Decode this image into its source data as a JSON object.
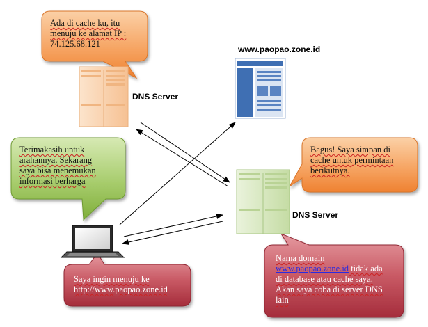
{
  "labels": {
    "dns_server_top": "DNS Server",
    "dns_server_right": "DNS Server",
    "website_domain": "www.paopao.zone.id"
  },
  "callouts": {
    "top_orange": {
      "line1": "Ada di cache ku, itu",
      "line2": "menuju ke alamat IP :",
      "line3": "74.125.68.121"
    },
    "green": {
      "line1": "Terimakasih untuk",
      "line2": "arahannya. Sekarang",
      "line3": "saya bisa menemukan",
      "line4": "informasi berharga"
    },
    "right_orange": {
      "line1": "Bagus! Saya simpan di",
      "line2": "cache untuk permintaan",
      "line3": "berikutnya."
    },
    "bottom_red": {
      "line1": "Saya ingin menuju ke",
      "line2": "http://www.paopao.zone.id"
    },
    "right_red": {
      "line1": "Nama domain",
      "link": "www.paopao.zone.id",
      "line2_rest": " tidak ada",
      "line3": "di database atau cache saya.",
      "line4": "Akan saya coba di server DNS",
      "line5": "lain"
    }
  },
  "colors": {
    "orange_callout": "#f28a3c",
    "green_callout": "#86b33f",
    "red_callout": "#b83a48",
    "server_orange": "#f7c9a0",
    "server_green": "#cfe3b0",
    "web_blue": "#3f6fb3"
  },
  "icons": {
    "server": "server-tower-icon",
    "laptop": "laptop-icon",
    "webpage": "webpage-icon"
  }
}
